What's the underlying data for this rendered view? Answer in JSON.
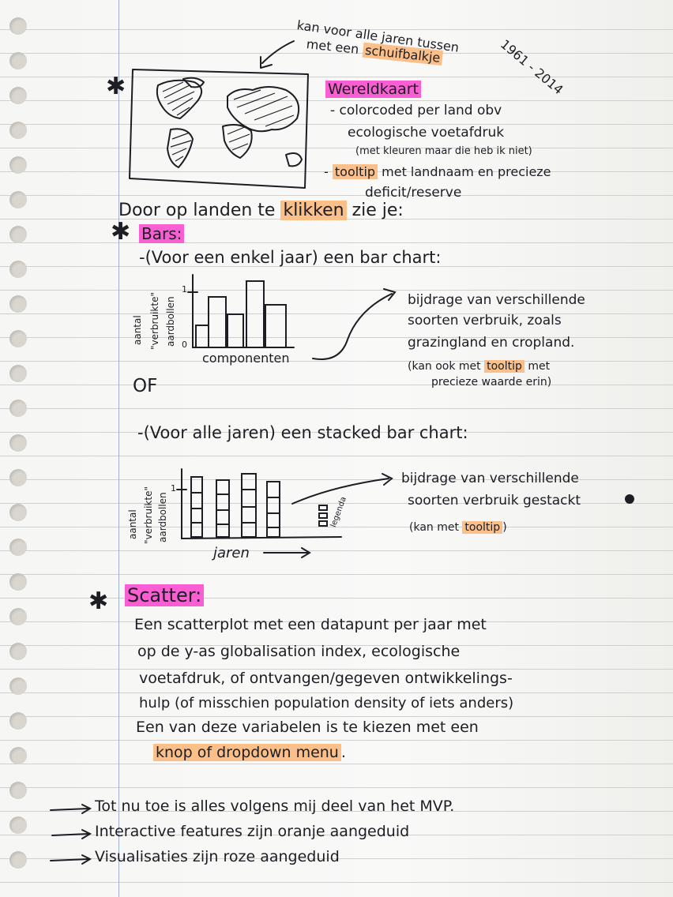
{
  "note": {
    "top_annotation": {
      "line1": "kan voor alle jaren tussen",
      "line2_pre": "met een",
      "line2_highlight": "schuifbalkje",
      "years": "1961 - 2014"
    },
    "map_section": {
      "title": "Wereldkaart",
      "line1": "- colorcoded per land obv",
      "line2": "ecologische voetafdruk",
      "line3": "(met kleuren maar die heb ik niet)",
      "line4_pre": "-",
      "line4_highlight": "tooltip",
      "line4_post": "met landnaam en precieze",
      "line5": "deficit/reserve"
    },
    "click_line": {
      "pre": "Door op landen te",
      "highlight": "klikken",
      "post": "zie je:"
    },
    "bars_section": {
      "title": "Bars:",
      "single_year": "-(Voor een enkel jaar) een bar chart:",
      "bar_chart": {
        "ylabel_1": "aantal",
        "ylabel_2": "\"verbruikte\"",
        "ylabel_3": "aardbollen",
        "tick_top": "1",
        "tick_bottom": "0",
        "xlabel": "componenten"
      },
      "bar_desc_1": "bijdrage van verschillende",
      "bar_desc_2": "soorten verbruik, zoals",
      "bar_desc_3": "grazingland en cropland.",
      "bar_desc_4_pre": "(kan ook met",
      "bar_desc_4_highlight": "tooltip",
      "bar_desc_4_post": "met",
      "bar_desc_5": "precieze waarde erin)",
      "of": "OF",
      "all_years": "-(Voor alle jaren) een stacked bar chart:",
      "stacked_chart": {
        "ylabel_1": "aantal",
        "ylabel_2": "\"verbruikte\"",
        "ylabel_3": "aardbollen",
        "tick": "1",
        "xlabel": "jaren",
        "legend": "legenda"
      },
      "stacked_desc_1": "bijdrage van verschillende",
      "stacked_desc_2": "soorten verbruik gestackt",
      "stacked_desc_3_pre": "(kan met",
      "stacked_desc_3_highlight": "tooltip",
      "stacked_desc_3_post": ")"
    },
    "scatter_section": {
      "title": "Scatter:",
      "line1": "Een scatterplot met een datapunt per jaar met",
      "line2": "op de y-as globalisation index, ecologische",
      "line3": "voetafdruk, of ontvangen/gegeven ontwikkelings-",
      "line4": "hulp (of misschien population density of iets anders)",
      "line5": "Een van deze variabelen is te kiezen met een",
      "line6_highlight": "knop of dropdown menu",
      "line6_post": "."
    },
    "footer": {
      "line1": "Tot nu toe is alles volgens mij deel van het MVP.",
      "line2": "Interactive features zijn oranje aangeduid",
      "line3": "Visualisaties zijn roze aangeduid"
    },
    "colors": {
      "pink_highlight": "#f95fd2",
      "orange_highlight": "#fbbf8a",
      "ink": "#1d1d24"
    }
  }
}
